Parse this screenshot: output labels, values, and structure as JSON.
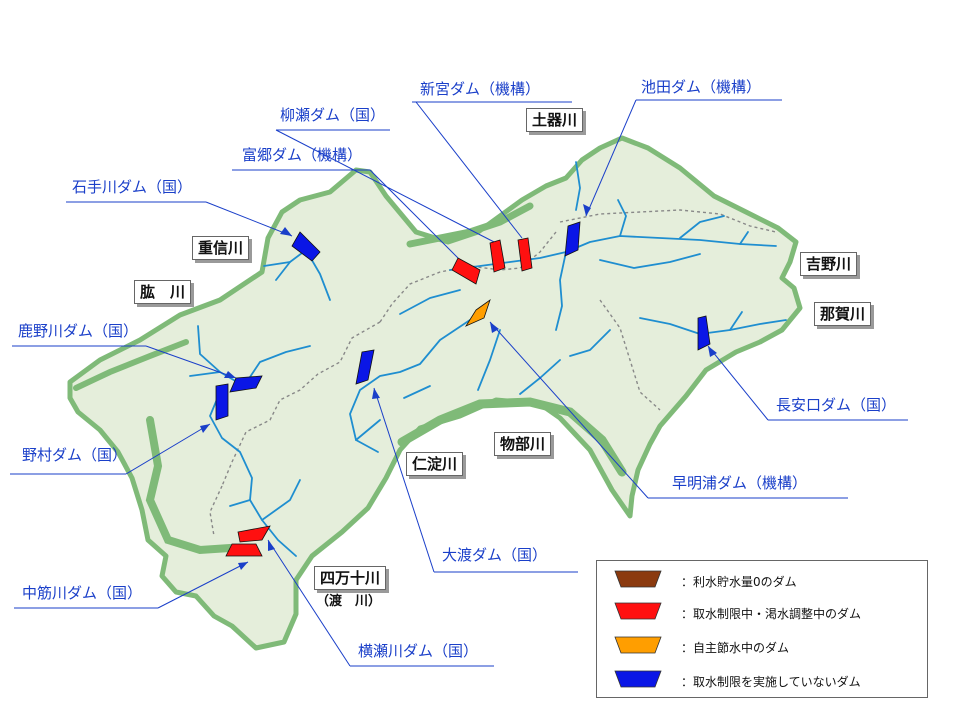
{
  "colors": {
    "land": "#e5eedb",
    "coast": "#7fba78",
    "river": "#1f8ed0",
    "boundary": "#888888",
    "leader": "#1a3fc9",
    "empty_storage": "#8b3a0f",
    "restricting": "#ff1010",
    "voluntary": "#ff9e00",
    "no_restriction": "#0a16e6"
  },
  "rivers": {
    "dokigawa": "土器川",
    "shigenobu": "重信川",
    "hiji": "肱　川",
    "yoshino": "吉野川",
    "naka": "那賀川",
    "monobe": "物部川",
    "niyodo": "仁淀川",
    "shimanto": "四万十川",
    "shimanto_sub": "（渡　川）"
  },
  "dams": {
    "shingu": "新宮ダム（機構）",
    "ikeda": "池田ダム（機構）",
    "yanase": "柳瀬ダム（国）",
    "tomisato": "富郷ダム（機構）",
    "ishite": "石手川ダム（国）",
    "kanogawa": "鹿野川ダム（国）",
    "nomura": "野村ダム（国）",
    "nagayasuguchi": "長安口ダム（国）",
    "sameura": "早明浦ダム（機構）",
    "owatari": "大渡ダム（国）",
    "nakasuji": "中筋川ダム（国）",
    "yokosegawa": "横瀬川ダム（国）"
  },
  "legend": {
    "items": [
      {
        "label": "：利水貯水量0のダム",
        "color": "#8b3a0f"
      },
      {
        "label": "：取水制限中・渇水調整中のダム",
        "color": "#ff1010"
      },
      {
        "label": "：自主節水中のダム",
        "color": "#ff9e00"
      },
      {
        "label": "：取水制限を実施していないダム",
        "color": "#0a16e6"
      }
    ]
  }
}
